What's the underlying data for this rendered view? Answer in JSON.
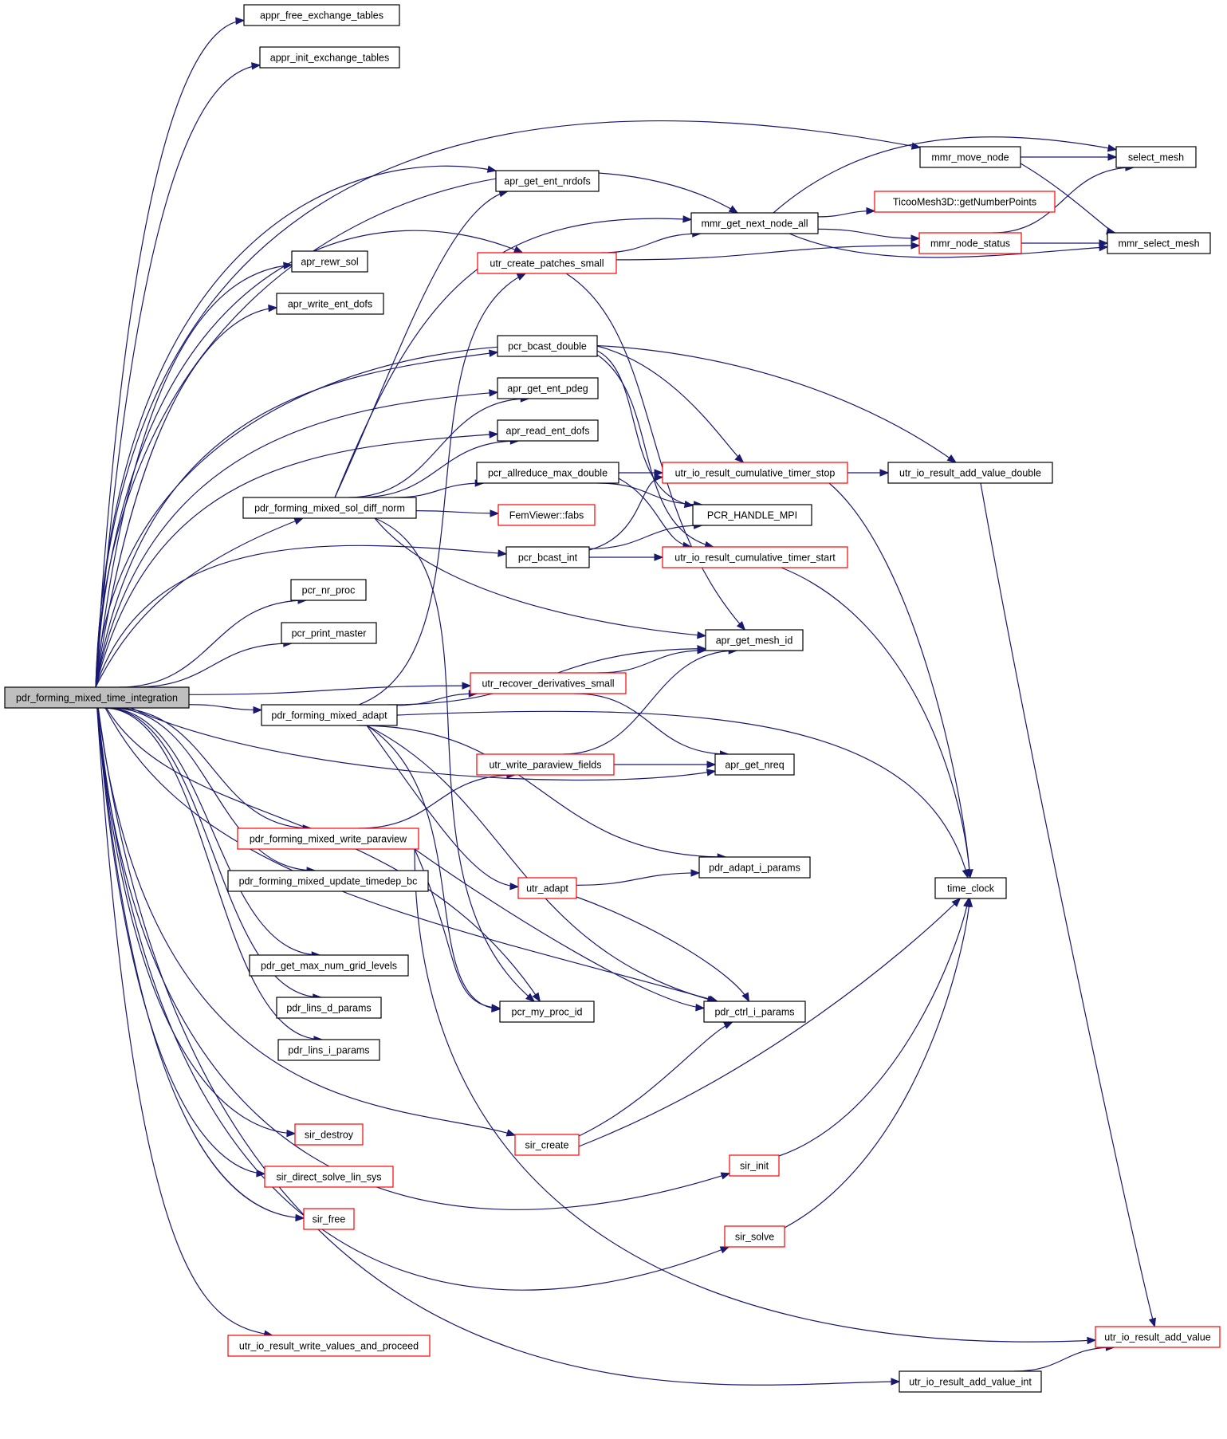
{
  "colors": {
    "edge": "#191970",
    "border_default": "#000000",
    "border_incomplete": "#ff0000",
    "root_fill": "#bfbfbf",
    "node_fill": "#ffffff",
    "text": "#000000"
  },
  "nodes": [
    {
      "id": "root",
      "label": "pdr_forming_mixed_time_integration",
      "root": true
    },
    {
      "id": "appr_free",
      "label": "appr_free_exchange_tables"
    },
    {
      "id": "appr_init",
      "label": "appr_init_exchange_tables"
    },
    {
      "id": "apr_get_ent_nrdofs",
      "label": "apr_get_ent_nrdofs"
    },
    {
      "id": "apr_rewr_sol",
      "label": "apr_rewr_sol"
    },
    {
      "id": "apr_write_ent_dofs",
      "label": "apr_write_ent_dofs"
    },
    {
      "id": "pcr_bcast_double",
      "label": "pcr_bcast_double"
    },
    {
      "id": "apr_get_ent_pdeg",
      "label": "apr_get_ent_pdeg"
    },
    {
      "id": "apr_read_ent_dofs",
      "label": "apr_read_ent_dofs"
    },
    {
      "id": "pcr_allreduce_max_double",
      "label": "pcr_allreduce_max_double"
    },
    {
      "id": "sol_diff_norm",
      "label": "pdr_forming_mixed_sol_diff_norm"
    },
    {
      "id": "femviewer_fabs",
      "label": "FemViewer::fabs",
      "incomplete": true
    },
    {
      "id": "pcr_bcast_int",
      "label": "pcr_bcast_int"
    },
    {
      "id": "pcr_nr_proc",
      "label": "pcr_nr_proc"
    },
    {
      "id": "pcr_print_master",
      "label": "pcr_print_master"
    },
    {
      "id": "utr_recover_derivatives_small",
      "label": "utr_recover_derivatives_small",
      "incomplete": true
    },
    {
      "id": "pdr_forming_mixed_adapt",
      "label": "pdr_forming_mixed_adapt"
    },
    {
      "id": "utr_write_paraview_fields",
      "label": "utr_write_paraview_fields",
      "incomplete": true
    },
    {
      "id": "write_paraview",
      "label": "pdr_forming_mixed_write_paraview",
      "incomplete": true
    },
    {
      "id": "update_timedep",
      "label": "pdr_forming_mixed_update_timedep_bc"
    },
    {
      "id": "utr_adapt",
      "label": "utr_adapt",
      "incomplete": true
    },
    {
      "id": "max_grid",
      "label": "pdr_get_max_num_grid_levels"
    },
    {
      "id": "lins_d",
      "label": "pdr_lins_d_params"
    },
    {
      "id": "lins_i",
      "label": "pdr_lins_i_params"
    },
    {
      "id": "pcr_my_proc_id",
      "label": "pcr_my_proc_id"
    },
    {
      "id": "sir_destroy",
      "label": "sir_destroy",
      "incomplete": true
    },
    {
      "id": "sir_create",
      "label": "sir_create",
      "incomplete": true
    },
    {
      "id": "sir_direct",
      "label": "sir_direct_solve_lin_sys",
      "incomplete": true
    },
    {
      "id": "sir_free",
      "label": "sir_free",
      "incomplete": true
    },
    {
      "id": "sir_init",
      "label": "sir_init",
      "incomplete": true
    },
    {
      "id": "sir_solve",
      "label": "sir_solve",
      "incomplete": true
    },
    {
      "id": "write_values",
      "label": "utr_io_result_write_values_and_proceed",
      "incomplete": true
    },
    {
      "id": "utr_create_patches_small",
      "label": "utr_create_patches_small",
      "incomplete": true
    },
    {
      "id": "mmr_get_next_node_all",
      "label": "mmr_get_next_node_all"
    },
    {
      "id": "mmr_move_node",
      "label": "mmr_move_node"
    },
    {
      "id": "ticoo",
      "label": "TicooMesh3D::getNumberPoints",
      "incomplete": true
    },
    {
      "id": "mmr_node_status",
      "label": "mmr_node_status",
      "incomplete": true
    },
    {
      "id": "select_mesh",
      "label": "select_mesh"
    },
    {
      "id": "mmr_select_mesh",
      "label": "mmr_select_mesh"
    },
    {
      "id": "timer_stop",
      "label": "utr_io_result_cumulative_timer_stop",
      "incomplete": true
    },
    {
      "id": "pcr_handle_mpi",
      "label": "PCR_HANDLE_MPI"
    },
    {
      "id": "timer_start",
      "label": "utr_io_result_cumulative_timer_start",
      "incomplete": true
    },
    {
      "id": "add_value_double",
      "label": "utr_io_result_add_value_double"
    },
    {
      "id": "apr_get_mesh_id",
      "label": "apr_get_mesh_id"
    },
    {
      "id": "apr_get_nreq",
      "label": "apr_get_nreq"
    },
    {
      "id": "pdr_adapt_i_params",
      "label": "pdr_adapt_i_params"
    },
    {
      "id": "time_clock",
      "label": "time_clock"
    },
    {
      "id": "pdr_ctrl_i_params",
      "label": "pdr_ctrl_i_params"
    },
    {
      "id": "add_value",
      "label": "utr_io_result_add_value",
      "incomplete": true
    },
    {
      "id": "add_value_int",
      "label": "utr_io_result_add_value_int"
    }
  ],
  "edges": [
    [
      "root",
      "appr_free"
    ],
    [
      "root",
      "appr_init"
    ],
    [
      "root",
      "mmr_move_node"
    ],
    [
      "root",
      "apr_get_ent_nrdofs"
    ],
    [
      "root",
      "mmr_get_next_node_all"
    ],
    [
      "root",
      "utr_create_patches_small"
    ],
    [
      "root",
      "apr_rewr_sol"
    ],
    [
      "root",
      "apr_write_ent_dofs"
    ],
    [
      "root",
      "add_value_double"
    ],
    [
      "root",
      "pcr_bcast_double"
    ],
    [
      "root",
      "apr_get_ent_pdeg"
    ],
    [
      "root",
      "apr_read_ent_dofs"
    ],
    [
      "root",
      "sol_diff_norm"
    ],
    [
      "root",
      "pcr_bcast_int"
    ],
    [
      "root",
      "pcr_nr_proc"
    ],
    [
      "root",
      "pcr_print_master"
    ],
    [
      "root",
      "utr_recover_derivatives_small"
    ],
    [
      "root",
      "pdr_forming_mixed_adapt"
    ],
    [
      "root",
      "apr_get_nreq"
    ],
    [
      "root",
      "write_paraview"
    ],
    [
      "root",
      "update_timedep"
    ],
    [
      "root",
      "max_grid"
    ],
    [
      "root",
      "lins_d"
    ],
    [
      "root",
      "lins_i"
    ],
    [
      "root",
      "pcr_my_proc_id"
    ],
    [
      "root",
      "pdr_ctrl_i_params"
    ],
    [
      "root",
      "sir_destroy"
    ],
    [
      "root",
      "sir_create"
    ],
    [
      "root",
      "sir_direct"
    ],
    [
      "root",
      "sir_free"
    ],
    [
      "root",
      "sir_init"
    ],
    [
      "root",
      "sir_solve"
    ],
    [
      "root",
      "add_value_int"
    ],
    [
      "root",
      "write_values"
    ],
    [
      "sol_diff_norm",
      "apr_get_ent_nrdofs"
    ],
    [
      "sol_diff_norm",
      "mmr_get_next_node_all"
    ],
    [
      "sol_diff_norm",
      "apr_get_ent_pdeg"
    ],
    [
      "sol_diff_norm",
      "apr_read_ent_dofs"
    ],
    [
      "sol_diff_norm",
      "pcr_allreduce_max_double"
    ],
    [
      "sol_diff_norm",
      "femviewer_fabs"
    ],
    [
      "sol_diff_norm",
      "apr_get_mesh_id"
    ],
    [
      "sol_diff_norm",
      "pcr_my_proc_id"
    ],
    [
      "pdr_forming_mixed_adapt",
      "utr_create_patches_small"
    ],
    [
      "pdr_forming_mixed_adapt",
      "apr_get_mesh_id"
    ],
    [
      "pdr_forming_mixed_adapt",
      "utr_recover_derivatives_small"
    ],
    [
      "pdr_forming_mixed_adapt",
      "time_clock"
    ],
    [
      "pdr_forming_mixed_adapt",
      "pdr_adapt_i_params"
    ],
    [
      "pdr_forming_mixed_adapt",
      "utr_adapt"
    ],
    [
      "pdr_forming_mixed_adapt",
      "pdr_ctrl_i_params"
    ],
    [
      "pdr_forming_mixed_adapt",
      "pcr_my_proc_id"
    ],
    [
      "write_paraview",
      "utr_write_paraview_fields"
    ],
    [
      "write_paraview",
      "pdr_ctrl_i_params"
    ],
    [
      "write_paraview",
      "pcr_my_proc_id"
    ],
    [
      "write_paraview",
      "add_value"
    ],
    [
      "utr_create_patches_small",
      "mmr_get_next_node_all"
    ],
    [
      "utr_create_patches_small",
      "mmr_node_status"
    ],
    [
      "utr_create_patches_small",
      "apr_get_mesh_id"
    ],
    [
      "mmr_get_next_node_all",
      "select_mesh"
    ],
    [
      "mmr_get_next_node_all",
      "ticoo"
    ],
    [
      "mmr_get_next_node_all",
      "mmr_node_status"
    ],
    [
      "mmr_get_next_node_all",
      "mmr_select_mesh"
    ],
    [
      "mmr_move_node",
      "select_mesh"
    ],
    [
      "mmr_move_node",
      "mmr_select_mesh"
    ],
    [
      "mmr_node_status",
      "select_mesh"
    ],
    [
      "mmr_node_status",
      "mmr_select_mesh"
    ],
    [
      "pcr_bcast_double",
      "timer_stop"
    ],
    [
      "pcr_bcast_double",
      "pcr_handle_mpi"
    ],
    [
      "pcr_bcast_double",
      "timer_start"
    ],
    [
      "pcr_allreduce_max_double",
      "timer_stop"
    ],
    [
      "pcr_allreduce_max_double",
      "pcr_handle_mpi"
    ],
    [
      "pcr_allreduce_max_double",
      "timer_start"
    ],
    [
      "pcr_bcast_int",
      "timer_stop"
    ],
    [
      "pcr_bcast_int",
      "pcr_handle_mpi"
    ],
    [
      "pcr_bcast_int",
      "timer_start"
    ],
    [
      "timer_stop",
      "add_value_double"
    ],
    [
      "timer_stop",
      "time_clock"
    ],
    [
      "timer_start",
      "time_clock"
    ],
    [
      "add_value_double",
      "add_value"
    ],
    [
      "utr_recover_derivatives_small",
      "apr_get_mesh_id"
    ],
    [
      "utr_recover_derivatives_small",
      "apr_get_nreq"
    ],
    [
      "utr_write_paraview_fields",
      "apr_get_mesh_id"
    ],
    [
      "utr_write_paraview_fields",
      "apr_get_nreq"
    ],
    [
      "utr_adapt",
      "pdr_adapt_i_params"
    ],
    [
      "utr_adapt",
      "pdr_ctrl_i_params"
    ],
    [
      "sir_create",
      "pdr_ctrl_i_params"
    ],
    [
      "sir_create",
      "time_clock"
    ],
    [
      "sir_init",
      "time_clock"
    ],
    [
      "sir_solve",
      "time_clock"
    ],
    [
      "add_value_int",
      "add_value"
    ]
  ]
}
